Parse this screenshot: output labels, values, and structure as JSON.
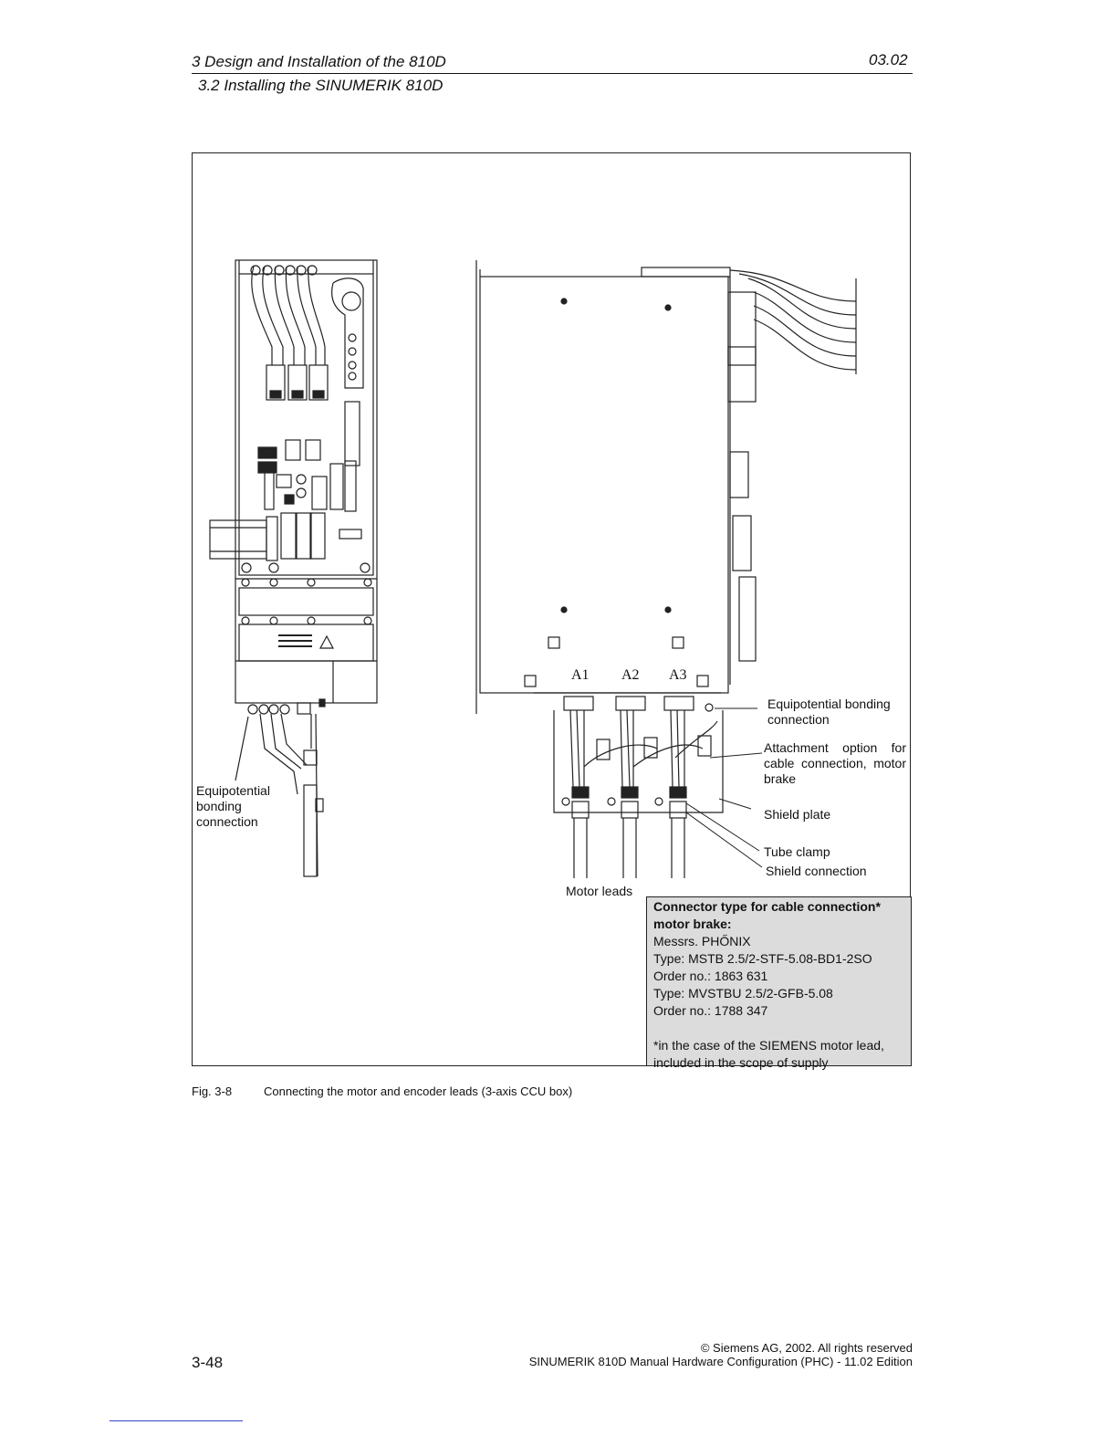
{
  "header": {
    "chapter": "3 Design and Installation of the 810D",
    "date": "03.02",
    "section": "3.2  Installing the SINUMERIK 810D"
  },
  "figure": {
    "axis_labels": [
      "A1",
      "A2",
      "A3"
    ],
    "labels": {
      "left_equipotential": "Equipotential bonding connection",
      "right_equipotential": "Equipotential bonding connection",
      "attachment": "Attachment option for cable connection, motor brake",
      "shield_plate": "Shield plate",
      "tube_clamp": "Tube clamp",
      "shield_connection": "Shield connection",
      "motor_leads": "Motor leads"
    },
    "connector_box": {
      "title_line1": "Connector type for cable connection*",
      "title_line2": "motor brake:",
      "maker": "Messrs. PHŐNIX",
      "type1": "Type: MSTB 2.5/2-STF-5.08-BD1-2SO",
      "order1": "Order no.: 1863 631",
      "type2": "Type: MVSTBU 2.5/2-GFB-5.08",
      "order2": "Order no.: 1788 347",
      "note_line1": "*in the case of the SIEMENS motor lead,",
      "note_line2": "included in the scope of supply"
    }
  },
  "caption": {
    "number": "Fig. 3-8",
    "text": "Connecting the motor and encoder leads (3-axis CCU box)"
  },
  "footer": {
    "copyright": "© Siemens AG, 2002. All rights reserved",
    "publication": "SINUMERIK 810D Manual Hardware Configuration (PHC)  -  11.02 Edition",
    "page_number": "3-48"
  }
}
